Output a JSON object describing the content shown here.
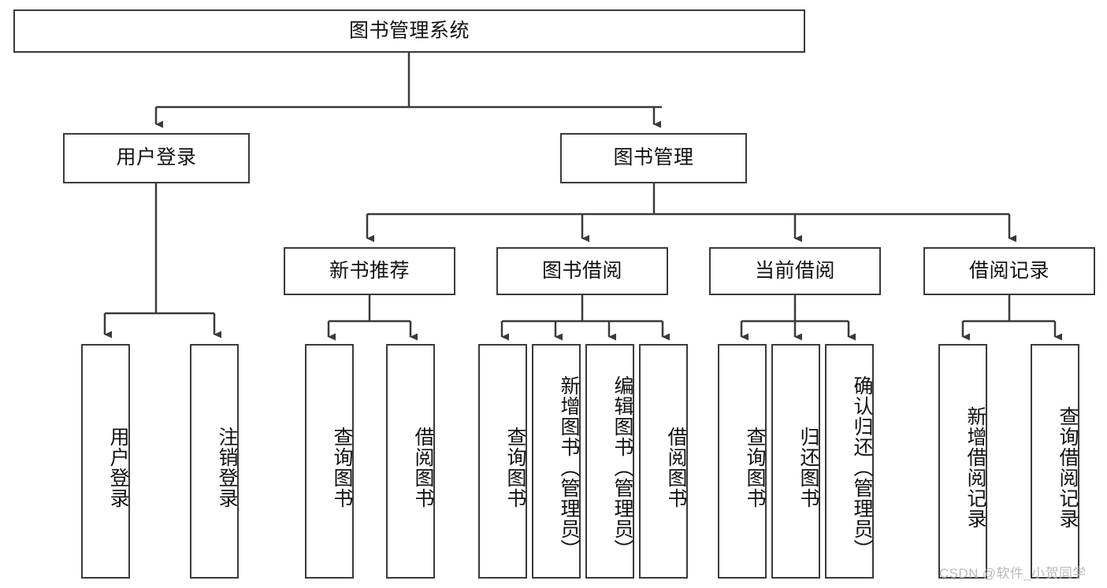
{
  "diagram": {
    "type": "tree-hierarchy",
    "title": "图书管理系统",
    "root": {
      "label": "图书管理系统"
    },
    "level2": [
      {
        "label": "用户登录"
      },
      {
        "label": "图书管理"
      }
    ],
    "level3": [
      {
        "label": "新书推荐"
      },
      {
        "label": "图书借阅"
      },
      {
        "label": "当前借阅"
      },
      {
        "label": "借阅记录"
      }
    ],
    "leaves": {
      "user_login": [
        {
          "label": "用户登录"
        },
        {
          "label": "注销登录"
        }
      ],
      "new_book_recommend": [
        {
          "label": "查询图书"
        },
        {
          "label": "借阅图书"
        }
      ],
      "book_borrow": [
        {
          "label": "查询图书"
        },
        {
          "label": "新增图书（管理员）"
        },
        {
          "label": "编辑图书（管理员）"
        },
        {
          "label": "借阅图书"
        }
      ],
      "current_borrow": [
        {
          "label": "查询图书"
        },
        {
          "label": "归还图书"
        },
        {
          "label": "确认归还（管理员）"
        }
      ],
      "borrow_record": [
        {
          "label": "新增借阅记录"
        },
        {
          "label": "查询借阅记录"
        }
      ]
    }
  },
  "watermark": {
    "text": "CSDN @软件_小贺同学"
  },
  "colors": {
    "border": "#3a3a3a",
    "background": "#ffffff",
    "text": "#111111",
    "watermark": "#b9b9b9"
  }
}
